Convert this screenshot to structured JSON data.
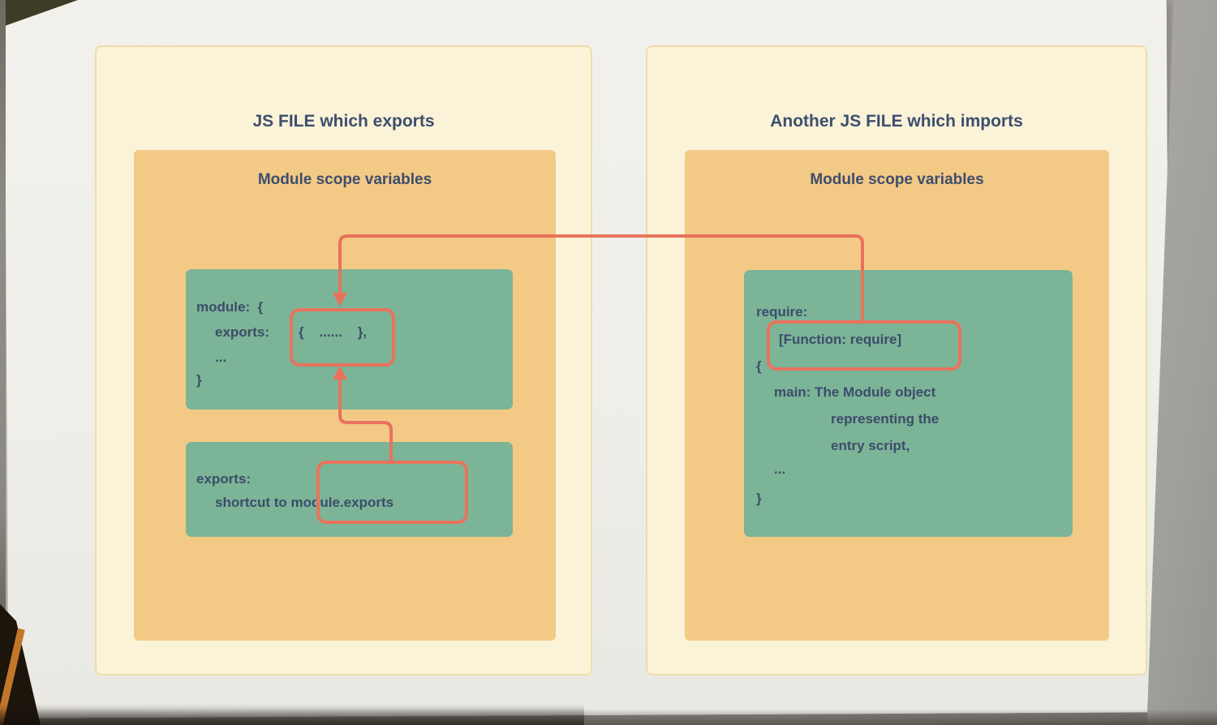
{
  "diagram": {
    "left_panel": {
      "title": "JS FILE which exports",
      "scope_title": "Module scope variables",
      "module_box": {
        "line_module": "module:  {",
        "label_exports": "exports:",
        "value_exports": "{    ......    },",
        "line_dots": "...",
        "line_close": "}"
      },
      "exports_box": {
        "label": "exports:",
        "line": "shortcut to module.exports"
      }
    },
    "right_panel": {
      "title": "Another JS FILE which imports",
      "scope_title": "Module scope variables",
      "require_box": {
        "label": "require:",
        "value": "[Function: require]",
        "open_brace": "{",
        "main_line1": "main: The Module object",
        "main_line2": "representing the",
        "main_line3": "entry script,",
        "dots": "...",
        "close_brace": "}"
      }
    },
    "colors": {
      "panel_background": "#fbf3d8",
      "panel_border": "#f0dcab",
      "orange_box": "#f3c986",
      "green_box": "#7bb497",
      "text": "#3d4c6a",
      "accent": "#e8735c"
    }
  }
}
